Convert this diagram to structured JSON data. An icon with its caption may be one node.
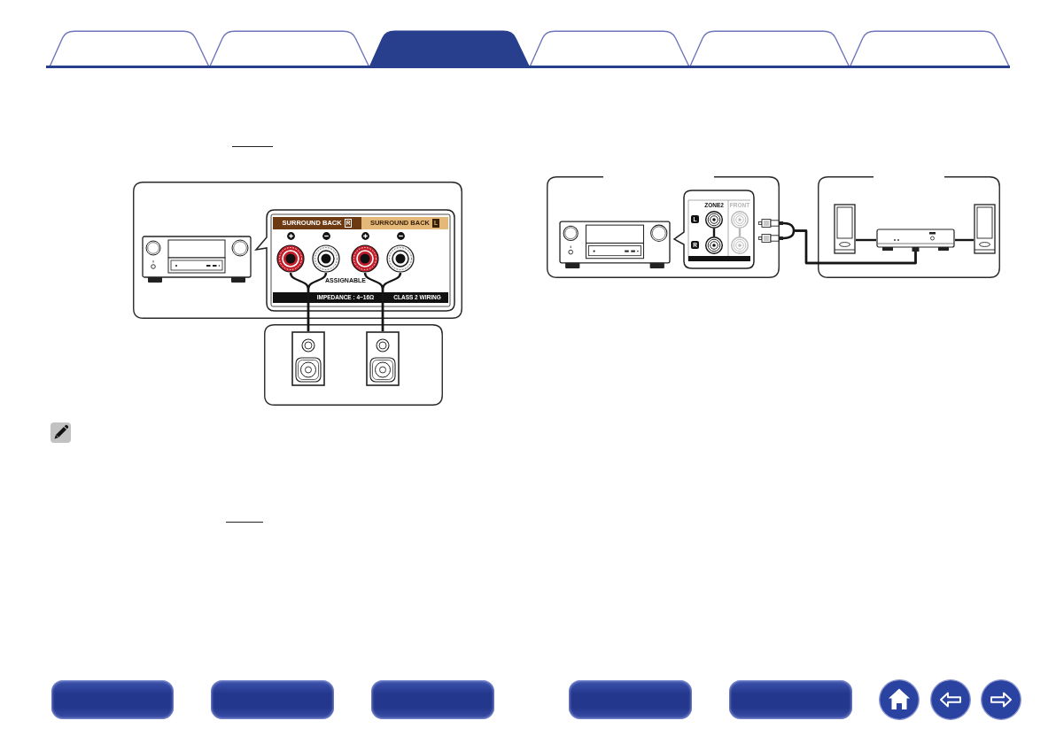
{
  "diagram": {
    "nodes": [
      {
        "text": [],
        "shape": "box"
      },
      {
        "text": [],
        "shape": "picture",
        "in": 0
      },
      {
        "text": [
          "SURROUND BACK",
          "R",
          "SURROUND BACK",
          "L",
          "ASSIGNABLE",
          "IMPEDANCE : 4~16Ω",
          "CLASS 2 WIRING"
        ],
        "in": 0
      },
      {
        "text": [],
        "shape": "circle",
        "in": 2
      },
      {
        "text": [],
        "shape": "circle",
        "in": 2
      },
      {
        "text": [],
        "shape": "circle",
        "in": 2
      },
      {
        "text": [],
        "shape": "circle",
        "in": 2
      },
      {
        "text": [],
        "shape": "box"
      },
      {
        "text": [],
        "shape": "picture",
        "in": 7
      },
      {
        "text": [],
        "shape": "picture",
        "in": 7
      },
      {
        "text": [],
        "shape": "box"
      },
      {
        "text": [],
        "shape": "picture",
        "in": 10
      },
      {
        "text": [
          "ZONE2",
          "FRONT"
        ],
        "in": 10
      },
      {
        "text": [],
        "shape": "circle",
        "in": 12,
        "beside": [
          "L"
        ]
      },
      {
        "text": [],
        "shape": "circle",
        "in": 12,
        "beside": [
          "R"
        ]
      },
      {
        "text": [],
        "shape": "circle",
        "in": 12
      },
      {
        "text": [],
        "shape": "circle",
        "in": 12
      },
      {
        "text": [],
        "shape": "picture"
      },
      {
        "text": [],
        "shape": "picture"
      },
      {
        "text": [],
        "shape": "box"
      },
      {
        "text": [],
        "shape": "picture",
        "in": 19
      },
      {
        "text": [],
        "shape": "picture",
        "in": 19
      },
      {
        "text": [],
        "shape": "picture",
        "in": 19
      }
    ],
    "edges": [
      {
        "from": 3,
        "to": 8,
        "arrow": "none"
      },
      {
        "from": 4,
        "to": 8,
        "arrow": "none"
      },
      {
        "from": 5,
        "to": 9,
        "arrow": "none"
      },
      {
        "from": 6,
        "to": 9,
        "arrow": "none"
      },
      {
        "from": 13,
        "to": 14,
        "arrow": "none"
      },
      {
        "from": 15,
        "to": 16,
        "arrow": "none",
        "color": "#b8b8b8"
      },
      {
        "from": 17,
        "to": 21,
        "arrow": "none"
      },
      {
        "from": 18,
        "to": 21,
        "arrow": "none"
      },
      {
        "from": 21,
        "to": 20,
        "arrow": "none"
      },
      {
        "from": 21,
        "to": 22,
        "arrow": "none"
      }
    ]
  }
}
